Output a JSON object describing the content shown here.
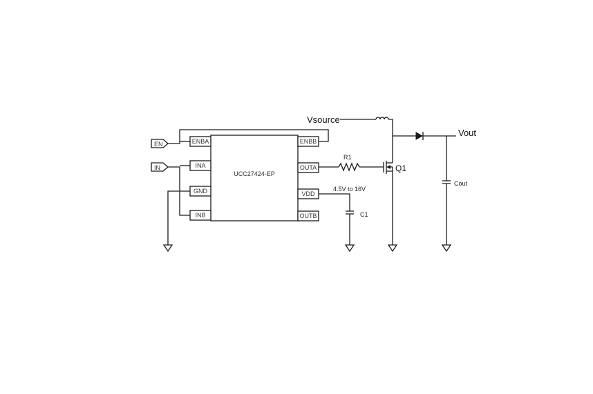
{
  "ic": {
    "name": "UCC27424-EP",
    "pins_left": [
      "ENBA",
      "INA",
      "GND",
      "INB"
    ],
    "pins_right": [
      "ENBB",
      "OUTA",
      "VDD",
      "OUTB"
    ]
  },
  "ports": {
    "en": "EN",
    "in": "IN"
  },
  "labels": {
    "vsource": "Vsource",
    "vout": "Vout",
    "r1": "R1",
    "q1": "Q1",
    "c1": "C1",
    "cout": "Cout",
    "vdd_range": "4.5V to 16V"
  }
}
